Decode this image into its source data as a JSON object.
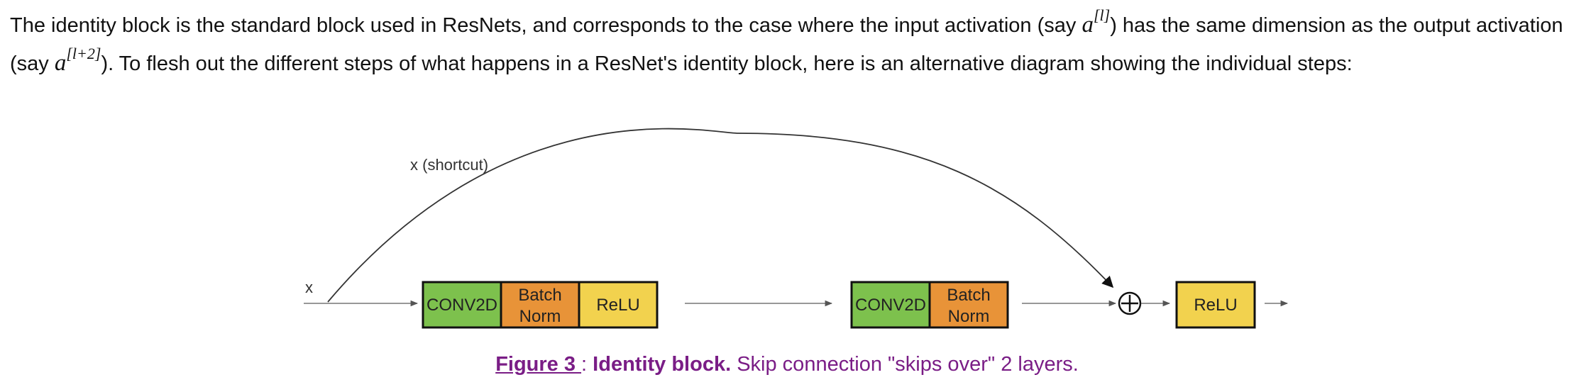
{
  "paragraph": {
    "part1": "The identity block is the standard block used in ResNets, and corresponds to the case where the input activation (say ",
    "var_a": "a",
    "sup1": "[l]",
    "part2": ") has the same dimension as the output activation (say ",
    "sup2": "[l+2]",
    "part3": "). To flesh out the different steps of what happens in a ResNet's identity block, here is an alternative diagram showing the individual steps:"
  },
  "diagram": {
    "input_label": "x",
    "shortcut_label": "x (shortcut)",
    "block1": {
      "conv": "CONV2D",
      "bn_line1": "Batch",
      "bn_line2": "Norm",
      "relu": "ReLU"
    },
    "block2": {
      "conv": "CONV2D",
      "bn_line1": "Batch",
      "bn_line2": "Norm"
    },
    "final_relu": "ReLU",
    "add_symbol": "⊕",
    "colors": {
      "conv": "#7dc14d",
      "batchnorm": "#e89338",
      "relu": "#f2d24e",
      "border": "#111111",
      "line": "#555555"
    }
  },
  "caption": {
    "figure": "Figure 3 ",
    "colon": ": ",
    "title": "Identity block.",
    "text": " Skip connection \"skips over\" 2 layers."
  }
}
